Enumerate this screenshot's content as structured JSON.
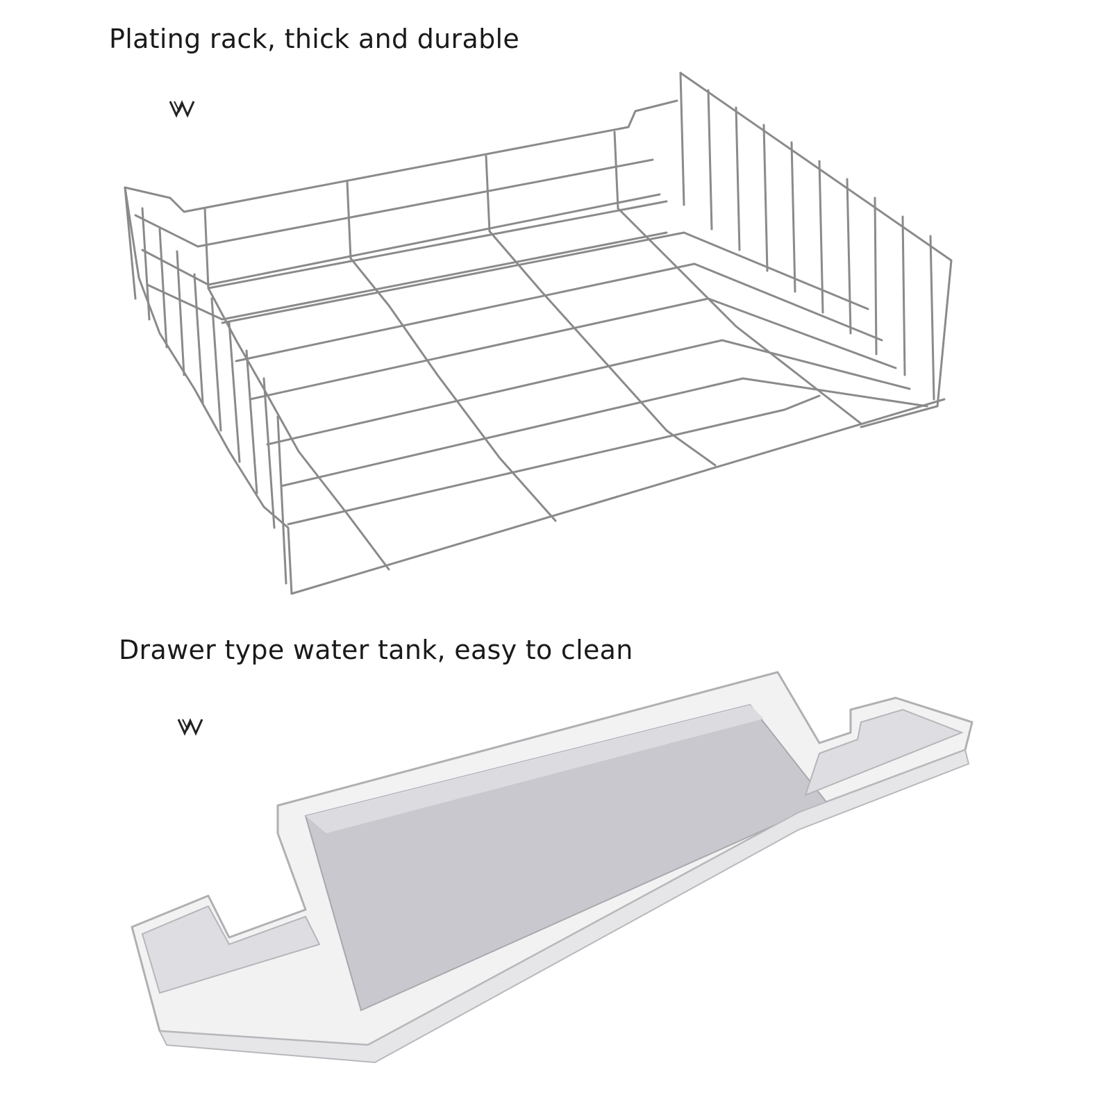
{
  "sections": [
    {
      "caption": "Plating rack, thick and durable",
      "mark_icon": "double-v-logo-icon",
      "product_icon": "wire-plating-rack-illustration"
    },
    {
      "caption": "Drawer type water tank, easy to clean",
      "mark_icon": "double-v-logo-icon",
      "product_icon": "drawer-water-tank-illustration"
    }
  ],
  "colors": {
    "background": "#ffffff",
    "text": "#1a1a1a",
    "wire": "#7d7d7d",
    "tank_rim": "#f3f3f3",
    "tank_inner": "#c9c9cf",
    "tank_edge": "#a9a9ae"
  }
}
